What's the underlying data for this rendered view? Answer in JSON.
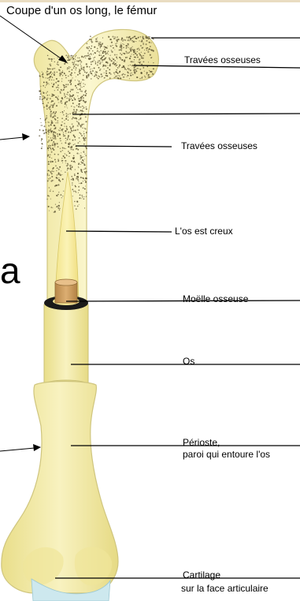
{
  "title": "Coupe d'un os long, le fémur",
  "partial_letter": "a",
  "labels": {
    "travees_1": "Travées osseuses",
    "travees_2": "Travées osseuses",
    "creux": "L'os est creux",
    "moelle": "Moëlle osseuse",
    "os": "Os",
    "perioste_1": "Périoste,",
    "perioste_2": "paroi qui entoure l'os",
    "cartilage_1": "Cartilage",
    "cartilage_2": "sur la face articulaire"
  },
  "colors": {
    "bone_fill": "#f4eeac",
    "bone_dark": "#e8dd7a",
    "bone_outline": "#c9c07a",
    "spongy_dots": "#5a5130",
    "marrow": "#c99a5a",
    "marrow_cap": "#e6b97c",
    "cartilage": "#c9e6ec"
  }
}
